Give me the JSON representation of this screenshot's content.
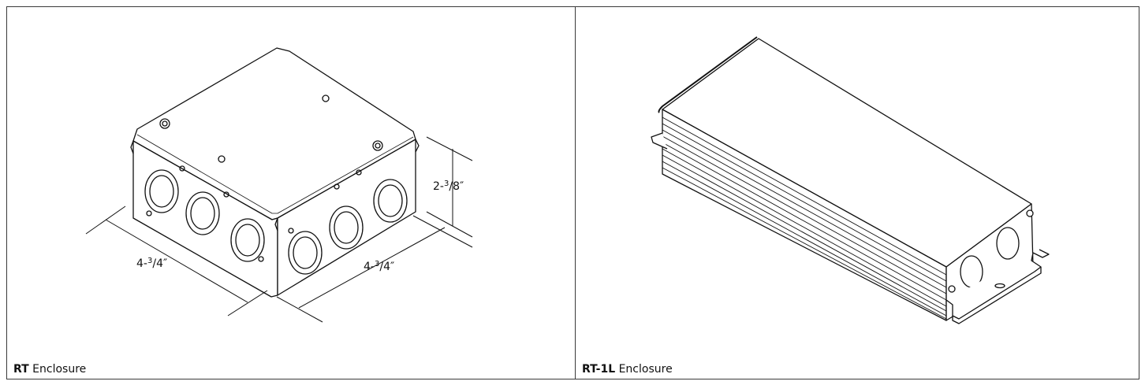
{
  "panels": [
    {
      "caption_model": "RT",
      "caption_suffix": "Enclosure",
      "dimensions": {
        "height": {
          "whole": "2-",
          "num": "3",
          "den": "8",
          "mark": "″"
        },
        "width": {
          "whole": "4-",
          "num": "3",
          "den": "4",
          "mark": "″"
        },
        "depth": {
          "whole": "4-",
          "num": "3",
          "den": "4",
          "mark": "″"
        }
      }
    },
    {
      "caption_model": "RT-1L",
      "caption_suffix": "Enclosure"
    }
  ]
}
